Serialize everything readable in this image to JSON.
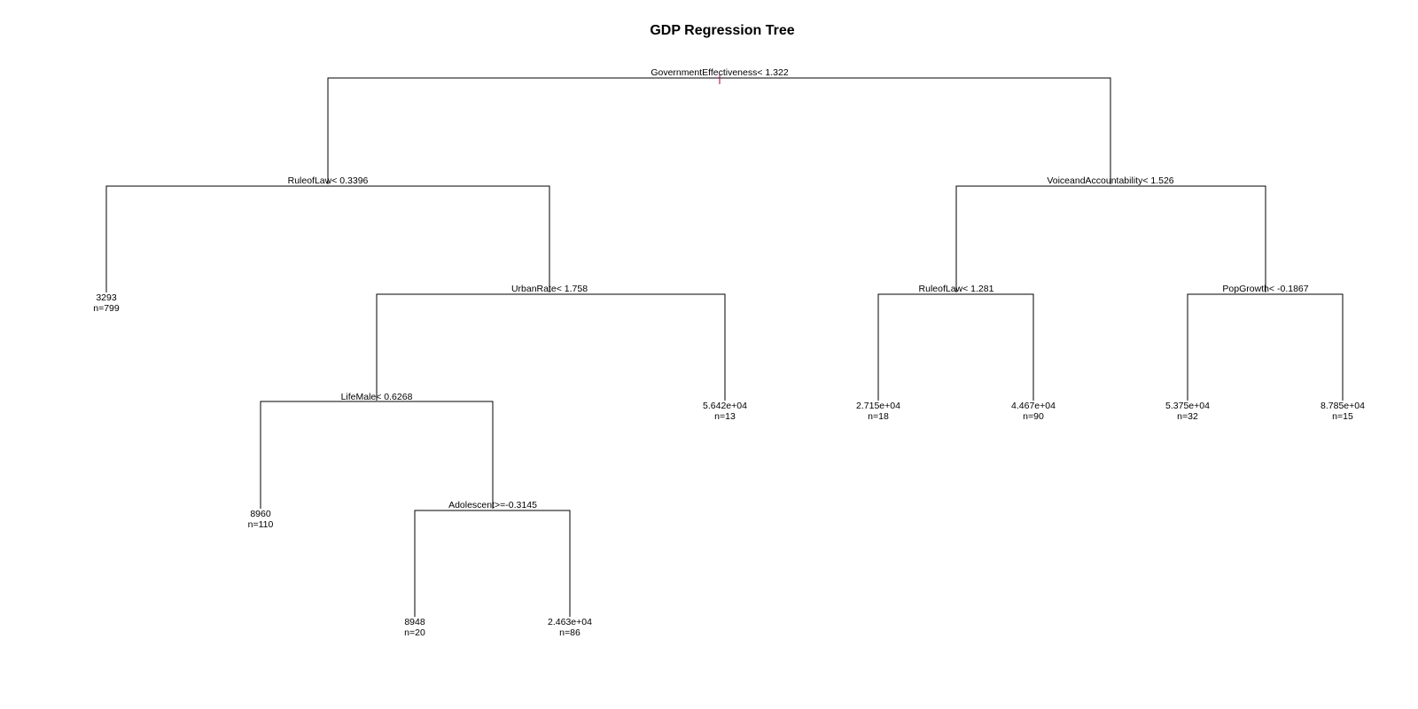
{
  "title": "GDP Regression Tree",
  "nodes": {
    "root": {
      "split": "GovernmentEffectiveness< 1.322"
    },
    "left": {
      "split": "RuleofLaw< 0.3396"
    },
    "left_leaf": {
      "value": "3293",
      "n": "n=799"
    },
    "urban": {
      "split": "UrbanRate< 1.758"
    },
    "life": {
      "split": "LifeMale< 0.6268"
    },
    "life_leaf": {
      "value": "8960",
      "n": "n=110"
    },
    "adol": {
      "split": "Adolescent>=-0.3145"
    },
    "adol_left_leaf": {
      "value": "8948",
      "n": "n=20"
    },
    "adol_right_leaf": {
      "value": "2.463e+04",
      "n": "n=86"
    },
    "urban_right_leaf": {
      "value": "5.642e+04",
      "n": "n=13"
    },
    "voice": {
      "split": "VoiceandAccountability< 1.526"
    },
    "rule2": {
      "split": "RuleofLaw< 1.281"
    },
    "rule2_left_leaf": {
      "value": "2.715e+04",
      "n": "n=18"
    },
    "rule2_right_leaf": {
      "value": "4.467e+04",
      "n": "n=90"
    },
    "pop": {
      "split": "PopGrowth< -0.1867"
    },
    "pop_left_leaf": {
      "value": "5.375e+04",
      "n": "n=32"
    },
    "pop_right_leaf": {
      "value": "8.785e+04",
      "n": "n=15"
    }
  }
}
